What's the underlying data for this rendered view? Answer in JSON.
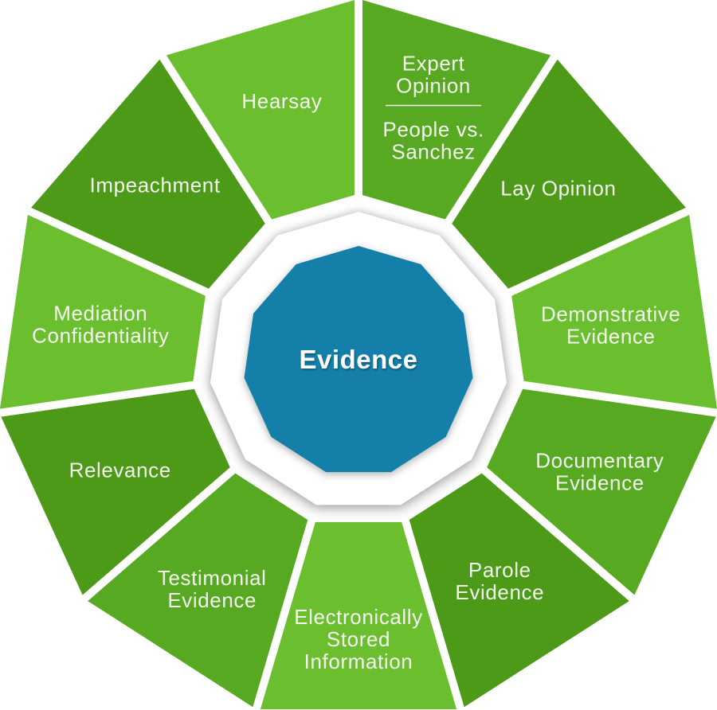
{
  "diagram": {
    "type": "polygon-wheel",
    "center_label": "Evidence",
    "colors": {
      "light": "#6bbf2f",
      "medium": "#57a922",
      "dark": "#4d9a19",
      "center_blue": "#1480aa",
      "ring_white": "#ffffff",
      "label_text": "#ffffff",
      "background": "#ffffff"
    },
    "segments_clockwise_from_top": [
      {
        "id": "expert-opinion",
        "lines": [
          "Expert",
          "Opinion"
        ],
        "divider": true,
        "sub_lines": [
          "People vs.",
          "Sanchez"
        ],
        "shade": "medium"
      },
      {
        "id": "lay-opinion",
        "lines": [
          "Lay Opinion"
        ],
        "shade": "dark"
      },
      {
        "id": "demonstrative-evidence",
        "lines": [
          "Demonstrative",
          "Evidence"
        ],
        "shade": "light"
      },
      {
        "id": "documentary-evidence",
        "lines": [
          "Documentary",
          "Evidence"
        ],
        "shade": "medium"
      },
      {
        "id": "parole-evidence",
        "lines": [
          "Parole",
          "Evidence"
        ],
        "shade": "dark"
      },
      {
        "id": "electronically-stored-information",
        "lines": [
          "Electronically",
          "Stored",
          "Information"
        ],
        "shade": "light"
      },
      {
        "id": "testimonial-evidence",
        "lines": [
          "Testimonial",
          "Evidence"
        ],
        "shade": "medium"
      },
      {
        "id": "relevance",
        "lines": [
          "Relevance"
        ],
        "shade": "dark"
      },
      {
        "id": "mediation-confidentiality",
        "lines": [
          "Mediation",
          "Confidentiality"
        ],
        "shade": "light"
      },
      {
        "id": "impeachment",
        "lines": [
          "Impeachment"
        ],
        "shade": "dark"
      },
      {
        "id": "hearsay",
        "lines": [
          "Hearsay"
        ],
        "shade": "light"
      }
    ]
  }
}
